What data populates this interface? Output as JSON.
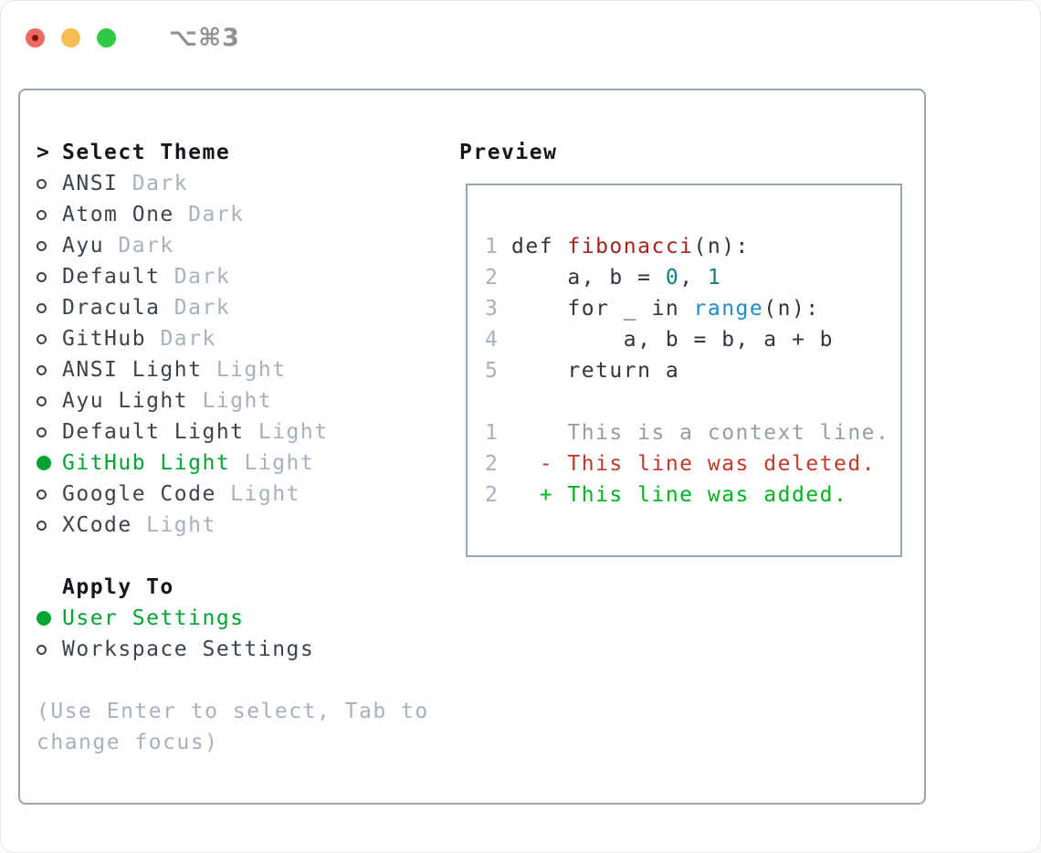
{
  "window": {
    "title": "⌥⌘3"
  },
  "colors": {
    "accent_green_selected": "#00a432",
    "diff_added_green": "#00b31e",
    "diff_deleted_red": "#c0392b",
    "function_name_red": "#a6231d",
    "builtin_blue": "#1b8ccc",
    "number_teal": "#0e7e8b",
    "muted_gray": "#a7b0bc",
    "text_dark": "#3c434b",
    "border_gray": "#9aa4af",
    "traffic_red": "#ee6a5f",
    "traffic_yellow": "#f6be50",
    "traffic_green": "#32c847"
  },
  "left": {
    "header_prefix": ">",
    "header": "Select Theme",
    "themes": [
      {
        "name": "ANSI",
        "tag": "Dark",
        "selected": false
      },
      {
        "name": "Atom One",
        "tag": "Dark",
        "selected": false
      },
      {
        "name": "Ayu",
        "tag": "Dark",
        "selected": false
      },
      {
        "name": "Default",
        "tag": "Dark",
        "selected": false
      },
      {
        "name": "Dracula",
        "tag": "Dark",
        "selected": false
      },
      {
        "name": "GitHub",
        "tag": "Dark",
        "selected": false
      },
      {
        "name": "ANSI Light",
        "tag": "Light",
        "selected": false
      },
      {
        "name": "Ayu Light",
        "tag": "Light",
        "selected": false
      },
      {
        "name": "Default Light",
        "tag": "Light",
        "selected": false
      },
      {
        "name": "GitHub Light",
        "tag": "Light",
        "selected": true
      },
      {
        "name": "Google Code",
        "tag": "Light",
        "selected": false
      },
      {
        "name": "XCode",
        "tag": "Light",
        "selected": false
      }
    ],
    "apply_to_label": "Apply To",
    "apply_options": [
      {
        "name": "User Settings",
        "selected": true
      },
      {
        "name": "Workspace Settings",
        "selected": false
      }
    ],
    "help": "(Use Enter to select, Tab to change focus)"
  },
  "preview": {
    "label": "Preview",
    "lines": [
      {
        "num": "1",
        "segs": [
          {
            "t": "def ",
            "c": "fg"
          },
          {
            "t": "fibonacci",
            "c": "red"
          },
          {
            "t": "(n):",
            "c": "fg"
          }
        ]
      },
      {
        "num": "2",
        "segs": [
          {
            "t": "    a, b = ",
            "c": "fg"
          },
          {
            "t": "0",
            "c": "num"
          },
          {
            "t": ", ",
            "c": "fg"
          },
          {
            "t": "1",
            "c": "num"
          }
        ]
      },
      {
        "num": "3",
        "segs": [
          {
            "t": "    for _ in ",
            "c": "fg"
          },
          {
            "t": "range",
            "c": "blue"
          },
          {
            "t": "(n):",
            "c": "fg"
          }
        ]
      },
      {
        "num": "4",
        "segs": [
          {
            "t": "        a, b = b, a + b",
            "c": "fg"
          }
        ]
      },
      {
        "num": "5",
        "segs": [
          {
            "t": "    return a",
            "c": "fg"
          }
        ]
      },
      {
        "num": "",
        "segs": []
      },
      {
        "num": "1",
        "segs": [
          {
            "t": "    This is a context line.",
            "c": "ctx"
          }
        ]
      },
      {
        "num": "2",
        "segs": [
          {
            "t": "  - This line was deleted.",
            "c": "del"
          }
        ]
      },
      {
        "num": "2",
        "segs": [
          {
            "t": "  + This line was added.",
            "c": "add"
          }
        ]
      }
    ]
  }
}
